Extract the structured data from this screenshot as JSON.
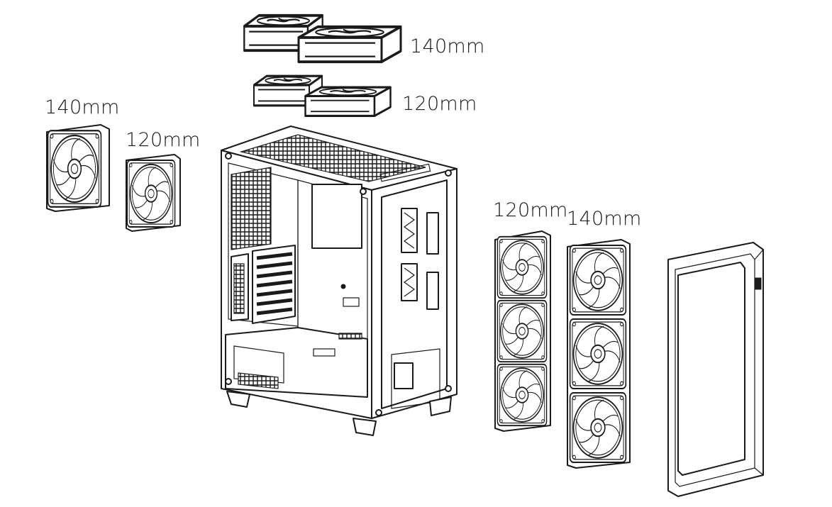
{
  "labels": {
    "top_140": "140mm",
    "top_120": "120mm",
    "rear_140": "140mm",
    "rear_120": "120mm",
    "front_120": "120mm",
    "front_140": "140mm"
  }
}
